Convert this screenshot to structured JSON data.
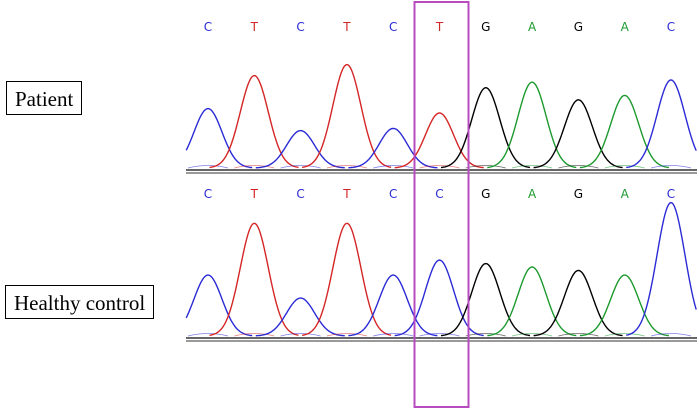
{
  "panels": [
    {
      "label": "Patient",
      "bases": [
        "C",
        "T",
        "C",
        "T",
        "C",
        "T",
        "G",
        "A",
        "G",
        "A",
        "C"
      ],
      "peaks": [
        {
          "base": "C",
          "height": 0.54
        },
        {
          "base": "T",
          "height": 0.84
        },
        {
          "base": "C",
          "height": 0.34
        },
        {
          "base": "T",
          "height": 0.94
        },
        {
          "base": "C",
          "height": 0.36
        },
        {
          "base": "T",
          "height": 0.5
        },
        {
          "base": "G",
          "height": 0.73
        },
        {
          "base": "A",
          "height": 0.78
        },
        {
          "base": "G",
          "height": 0.62
        },
        {
          "base": "A",
          "height": 0.66
        },
        {
          "base": "C",
          "height": 0.8
        }
      ]
    },
    {
      "label": "Healthy control",
      "bases": [
        "C",
        "T",
        "C",
        "T",
        "C",
        "C",
        "G",
        "A",
        "G",
        "A",
        "C"
      ],
      "peaks": [
        {
          "base": "C",
          "height": 0.53
        },
        {
          "base": "T",
          "height": 0.98
        },
        {
          "base": "C",
          "height": 0.33
        },
        {
          "base": "T",
          "height": 0.98
        },
        {
          "base": "C",
          "height": 0.53
        },
        {
          "base": "C",
          "height": 0.66
        },
        {
          "base": "G",
          "height": 0.63
        },
        {
          "base": "A",
          "height": 0.6
        },
        {
          "base": "G",
          "height": 0.57
        },
        {
          "base": "A",
          "height": 0.53
        },
        {
          "base": "C",
          "height": 1.16
        }
      ]
    }
  ],
  "highlight": {
    "position_index": 5,
    "color": "#b84bbf"
  },
  "base_colors": {
    "A": "#1c9a2e",
    "C": "#2b2bd6",
    "G": "#000000",
    "T": "#d42626"
  }
}
